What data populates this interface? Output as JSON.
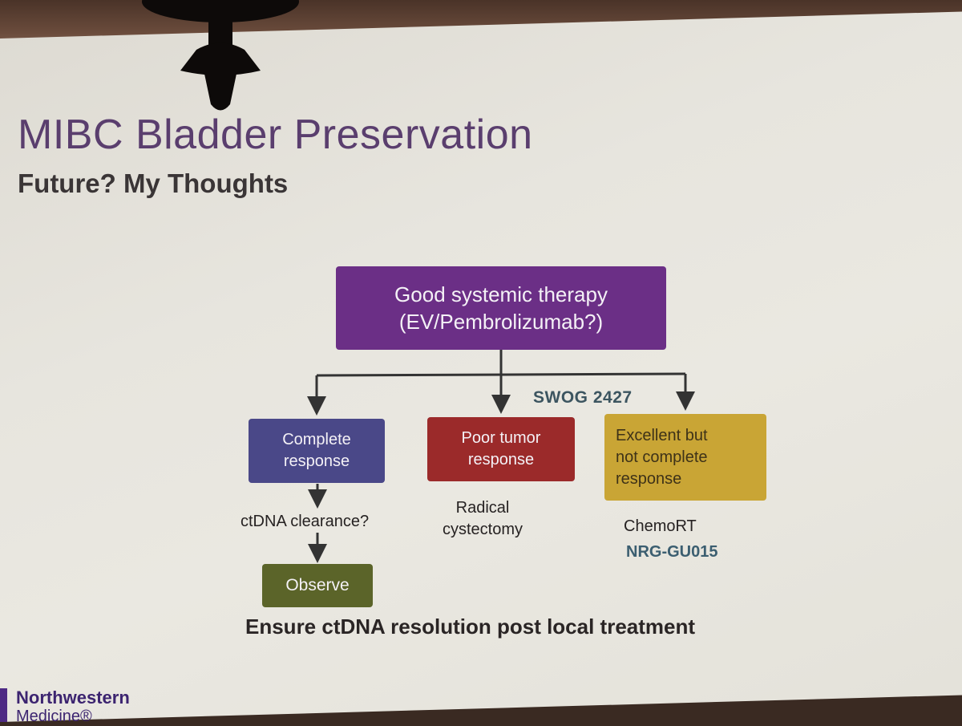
{
  "slide": {
    "title": "MIBC Bladder Preservation",
    "subtitle": "Future? My Thoughts"
  },
  "flowchart": {
    "top": {
      "line1": "Good systemic therapy",
      "line2": "(EV/Pembrolizumab?)",
      "color": "#6b2f86"
    },
    "trial_label": "SWOG 2427",
    "branches": [
      {
        "box_lines": [
          "Complete",
          "response"
        ],
        "color": "#4a4888",
        "followups": [
          {
            "text": "ctDNA clearance?"
          },
          {
            "box": "Observe",
            "color": "#5b6429"
          }
        ]
      },
      {
        "box_lines": [
          "Poor tumor",
          "response"
        ],
        "color": "#9b2a2a",
        "outcome_lines": [
          "Radical",
          "cystectomy"
        ]
      },
      {
        "box_lines": [
          "Excellent but",
          "not complete",
          "response"
        ],
        "color": "#c9a535",
        "outcome_lines": [
          "ChemoRT"
        ],
        "trial": "NRG-GU015"
      }
    ],
    "footer": "Ensure ctDNA resolution post local treatment"
  },
  "logo": {
    "line1": "Northwestern",
    "line2": "Medicine®",
    "color": "#4e2a84"
  }
}
